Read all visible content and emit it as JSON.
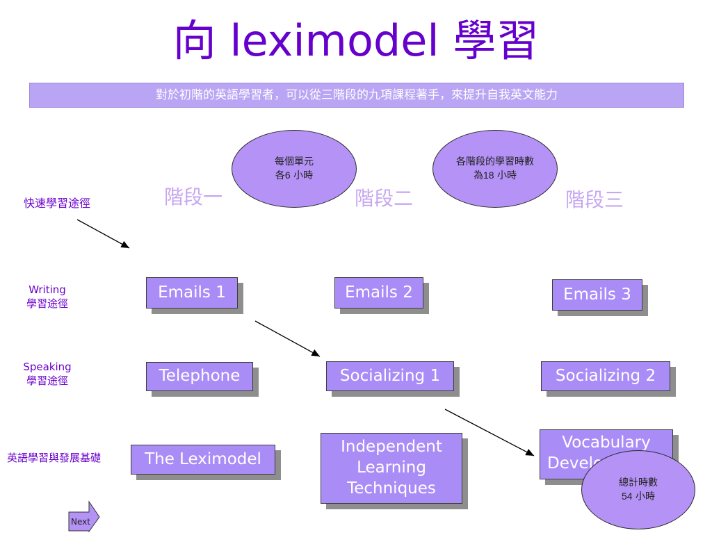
{
  "title": "向 leximodel 學習",
  "banner": "對於初階的英語學習者，可以從三階段的九項課程著手，來提升自我英文能力",
  "stages": [
    "階段一",
    "階段二",
    "階段三"
  ],
  "bubbles": {
    "unit_hours": {
      "line1": "每個單元",
      "line2_prefix": "各",
      "line2_num": "6",
      "line2_suffix": " 小時"
    },
    "stage_hours": {
      "line1": "各階段的學習時數",
      "line2_prefix": "為",
      "line2_num": "18",
      "line2_suffix": " 小時"
    },
    "total_hours": {
      "line1": "總計時數",
      "line2_num": "54",
      "line2_suffix": " 小時"
    }
  },
  "fast_path_label": "快速學習途徑",
  "rows": {
    "writing": {
      "en": "Writing",
      "zh": "學習途徑"
    },
    "speaking": {
      "en": "Speaking",
      "zh": "學習途徑"
    },
    "foundation": {
      "zh": "英語學習與發展基礎"
    }
  },
  "nodes": {
    "emails1": "Emails 1",
    "emails2": "Emails 2",
    "emails3": "Emails 3",
    "telephone": "Telephone",
    "socializing1": "Socializing 1",
    "socializing2": "Socializing 2",
    "leximodel": "The Leximodel",
    "independent_line1": "Independent",
    "independent_line2": "Learning",
    "independent_line3": "Techniques",
    "vocab_line1": "Vocabulary",
    "vocab_line2": "Development"
  },
  "next_label": "Next",
  "colors": {
    "title": "#6600cc",
    "node_fill": "#aa8cf7",
    "bubble_fill": "#b592f5",
    "stage_text": "#c7a6f1"
  }
}
